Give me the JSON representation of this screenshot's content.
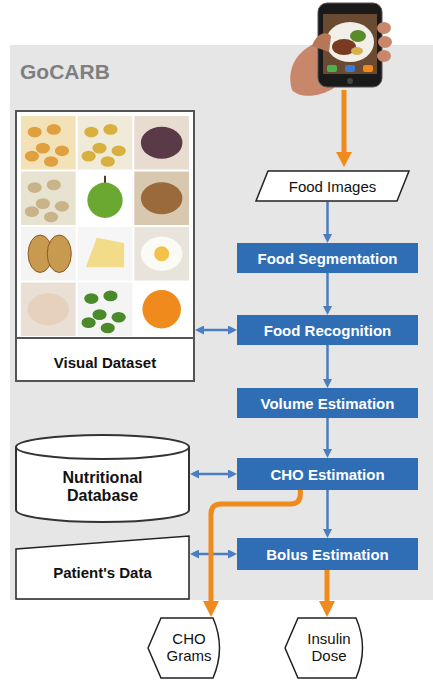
{
  "diagram": {
    "nodes": [
      {
        "text": [
          "GoCARB"
        ]
      },
      {
        "text": [
          "Food Images"
        ],
        "in": 0
      },
      {
        "text": [
          "Food Segmentation"
        ],
        "in": 0
      },
      {
        "text": [
          "Visual Dataset"
        ],
        "in": 0
      },
      {
        "text": [
          "Food Recognition"
        ],
        "in": 0
      },
      {
        "text": [
          "Volume Estimation"
        ],
        "in": 0
      },
      {
        "text": [
          "Nutritional Database"
        ],
        "in": 0
      },
      {
        "text": [
          "CHO Estimation"
        ],
        "in": 0
      },
      {
        "text": [
          "Patient's Data"
        ],
        "in": 0
      },
      {
        "text": [
          "Bolus Estimation"
        ],
        "in": 0
      },
      {
        "text": [
          "CHO Grams"
        ]
      },
      {
        "text": [
          "Insulin Dose"
        ]
      }
    ],
    "edges": [
      {
        "from": 1,
        "to": 2,
        "arrow": "to"
      },
      {
        "from": 2,
        "to": 4,
        "arrow": "to"
      },
      {
        "from": 3,
        "to": 4,
        "arrow": "both"
      },
      {
        "from": 4,
        "to": 5,
        "arrow": "to"
      },
      {
        "from": 5,
        "to": 7,
        "arrow": "to"
      },
      {
        "from": 6,
        "to": 7,
        "arrow": "both"
      },
      {
        "from": 7,
        "to": 9,
        "arrow": "to"
      },
      {
        "from": 8,
        "to": 9,
        "arrow": "both"
      },
      {
        "from": 7,
        "to": 10,
        "arrow": "to"
      },
      {
        "from": 9,
        "to": 11,
        "arrow": "to"
      }
    ]
  }
}
